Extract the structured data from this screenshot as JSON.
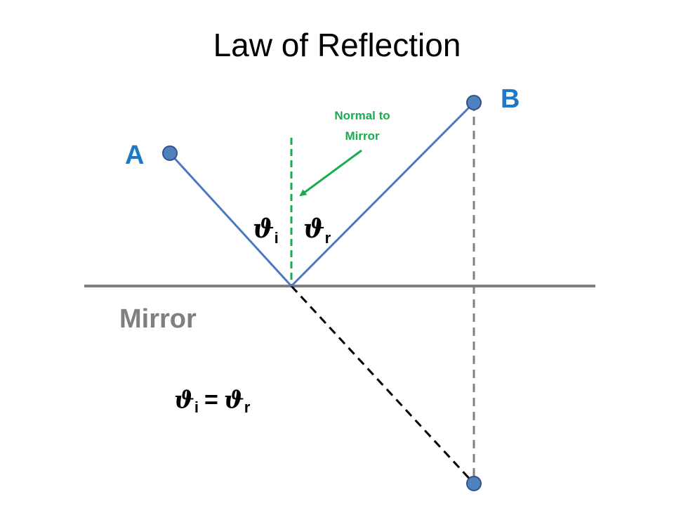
{
  "title": "Law of Reflection",
  "labels": {
    "point_a": "A",
    "point_b": "B",
    "mirror": "Mirror",
    "normal_line1": "Normal to",
    "normal_line2": "Mirror"
  },
  "angles": {
    "incidence_symbol": "ϑ",
    "incidence_subscript": "i",
    "reflection_symbol": "ϑ",
    "reflection_subscript": "r"
  },
  "equation": {
    "lhs_symbol": "ϑ",
    "lhs_subscript": "i",
    "operator": "=",
    "rhs_symbol": "ϑ",
    "rhs_subscript": "r"
  },
  "colors": {
    "ray": "#4a78c2",
    "point_fill": "#4f81bd",
    "point_stroke": "#2f528f",
    "point_label": "#1f77c8",
    "mirror": "#7f7f7f",
    "normal": "#1aab4e",
    "virtual_ray": "#000000",
    "projection": "#808080"
  }
}
